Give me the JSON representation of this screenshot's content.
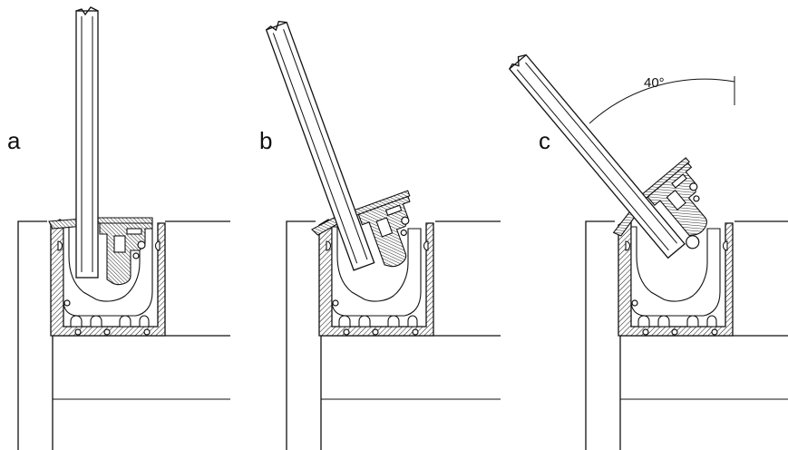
{
  "panels": [
    {
      "id": "a",
      "label": "a",
      "glass_angle_deg": 0
    },
    {
      "id": "b",
      "label": "b",
      "glass_angle_deg": 20
    },
    {
      "id": "c",
      "label": "c",
      "glass_angle_deg": 40
    }
  ],
  "angle_annotation": "40°",
  "colors": {
    "line": "#111111",
    "background": "#ffffff"
  }
}
